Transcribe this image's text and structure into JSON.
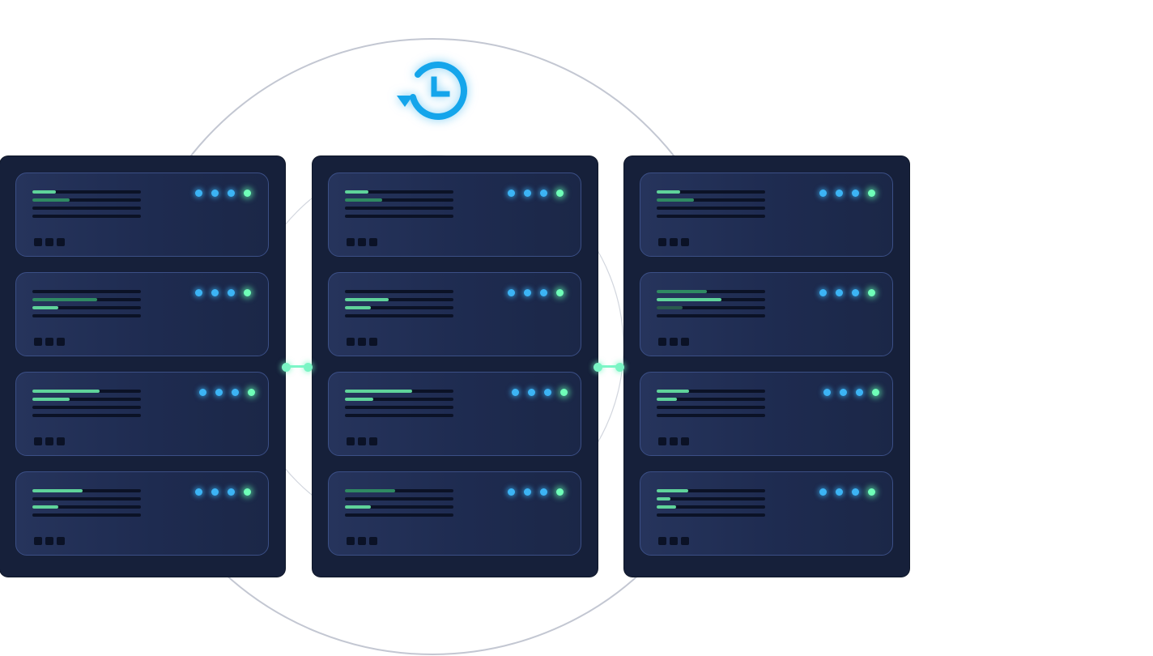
{
  "colors": {
    "rack": "#16203a",
    "unit_border": "#3b4f86",
    "bar_track": "#0b1226",
    "bar_green": "#5fd39a",
    "bar_green_dim": "#2f8a62",
    "bar_green_faint": "#2a5a4e",
    "led_blue": "#3cb4f5",
    "led_green": "#6fffb8",
    "accent": "#14a5eb",
    "circle_stroke": "#c3c7d2"
  },
  "icons": {
    "top": "history-clock-icon"
  },
  "racks": [
    {
      "units": [
        {
          "bars": [
            0.22,
            0.34,
            0,
            0
          ],
          "shades": [
            "bright",
            "dim",
            "",
            ""
          ],
          "leds": [
            "blue",
            "blue",
            "blue",
            "green"
          ]
        },
        {
          "bars": [
            0,
            0.6,
            0.24,
            0
          ],
          "shades": [
            "",
            "dim",
            "bright",
            ""
          ],
          "leds": [
            "blue",
            "blue",
            "blue",
            "green"
          ]
        },
        {
          "bars": [
            0.62,
            0.34,
            0,
            0
          ],
          "shades": [
            "bright",
            "bright",
            "",
            ""
          ],
          "leds": [
            "blue",
            "blue",
            "blue",
            "green"
          ]
        },
        {
          "bars": [
            0.46,
            0,
            0.24,
            0
          ],
          "shades": [
            "bright",
            "",
            "bright",
            ""
          ],
          "leds": [
            "blue",
            "blue",
            "blue",
            "green"
          ]
        }
      ]
    },
    {
      "units": [
        {
          "bars": [
            0.22,
            0.34,
            0,
            0
          ],
          "shades": [
            "bright",
            "dim",
            "",
            ""
          ],
          "leds": [
            "blue",
            "blue",
            "blue",
            "green"
          ]
        },
        {
          "bars": [
            0,
            0.4,
            0.24,
            0
          ],
          "shades": [
            "",
            "bright",
            "bright",
            ""
          ],
          "leds": [
            "blue",
            "blue",
            "blue",
            "green"
          ]
        },
        {
          "bars": [
            0.62,
            0.26,
            0,
            0
          ],
          "shades": [
            "bright",
            "bright",
            "",
            ""
          ],
          "leds": [
            "blue",
            "blue",
            "blue",
            "green"
          ]
        },
        {
          "bars": [
            0.46,
            0,
            0.24,
            0
          ],
          "shades": [
            "dim",
            "",
            "bright",
            ""
          ],
          "leds": [
            "blue",
            "blue",
            "blue",
            "green"
          ]
        }
      ]
    },
    {
      "units": [
        {
          "bars": [
            0.22,
            0.34,
            0,
            0
          ],
          "shades": [
            "bright",
            "dim",
            "",
            ""
          ],
          "leds": [
            "blue",
            "blue",
            "blue",
            "green"
          ]
        },
        {
          "bars": [
            0.46,
            0.6,
            0.24,
            0
          ],
          "shades": [
            "dim",
            "bright",
            "faint",
            ""
          ],
          "leds": [
            "blue",
            "blue",
            "blue",
            "green"
          ]
        },
        {
          "bars": [
            0.3,
            0.19,
            0,
            0
          ],
          "shades": [
            "bright",
            "bright",
            "",
            ""
          ],
          "leds": [
            "blue",
            "blue",
            "blue",
            "green"
          ]
        },
        {
          "bars": [
            0.29,
            0.13,
            0.18,
            0
          ],
          "shades": [
            "bright",
            "bright",
            "bright",
            ""
          ],
          "leds": [
            "blue",
            "blue",
            "blue",
            "green"
          ]
        }
      ]
    }
  ]
}
